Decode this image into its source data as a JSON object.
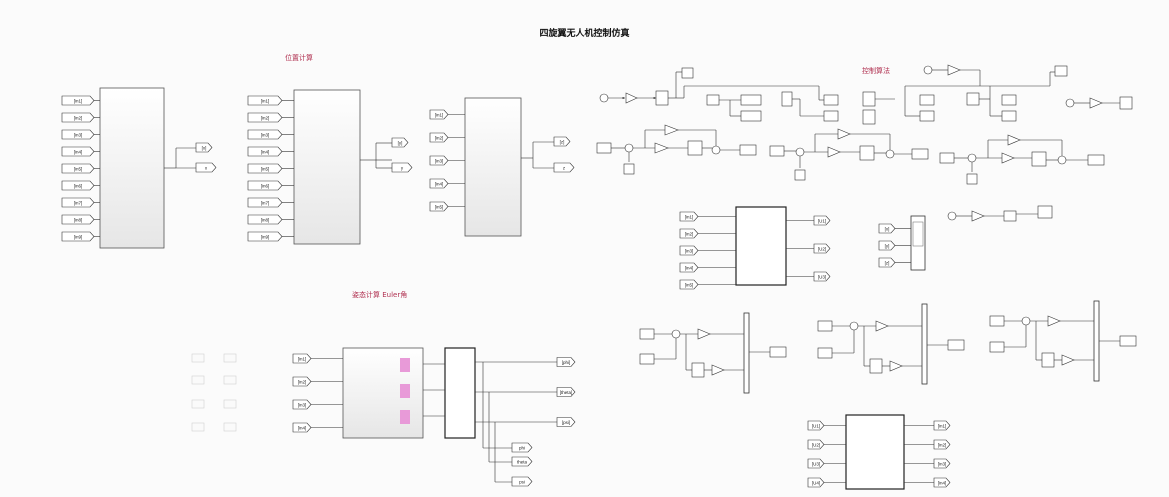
{
  "title": "四旋翼无人机控制仿真",
  "sections": {
    "position": "位置计算",
    "control": "控制算法",
    "attitude": "姿态计算 Euler角"
  },
  "tags": {
    "pos_in": [
      "[in1]",
      "[in2]",
      "[in3]",
      "[in4]",
      "[in5]",
      "[in6]",
      "[in7]",
      "[in8]",
      "[in9]"
    ],
    "pos_out1": [
      "[x]",
      "x"
    ],
    "pos2_in": [
      "[in1]",
      "[in2]",
      "[in3]",
      "[in4]",
      "[in5]",
      "[in6]",
      "[in7]",
      "[in8]",
      "[in9]"
    ],
    "pos2_out": [
      "[y]",
      "y"
    ],
    "pos3_in": [
      "[in1]",
      "[in2]",
      "[in3]",
      "[in4]",
      "[in5]"
    ],
    "pos3_out": [
      "[z]",
      "z"
    ],
    "att_in": [
      "[in1]",
      "[in2]",
      "[in3]",
      "[in4]"
    ],
    "att_out": [
      "[phi]",
      "[theta]",
      "[psi]"
    ],
    "att_scope": [
      "phi",
      "theta",
      "psi"
    ],
    "mid_in": [
      "[in1]",
      "[in2]",
      "[in3]",
      "[in4]",
      "[in5]"
    ],
    "mid_out": [
      "[U1]",
      "[U2]",
      "[U3]"
    ],
    "bottom_in": [
      "[U1]",
      "[U2]",
      "[U3]",
      "[U4]"
    ],
    "bottom_out": [
      "[in1]",
      "[in2]",
      "[in3]",
      "[in4]"
    ],
    "ctrl_out": [
      "[U1]",
      "[U2]",
      "[U3]"
    ],
    "small_tags": [
      "[x]",
      "[y]",
      "[z]"
    ]
  }
}
